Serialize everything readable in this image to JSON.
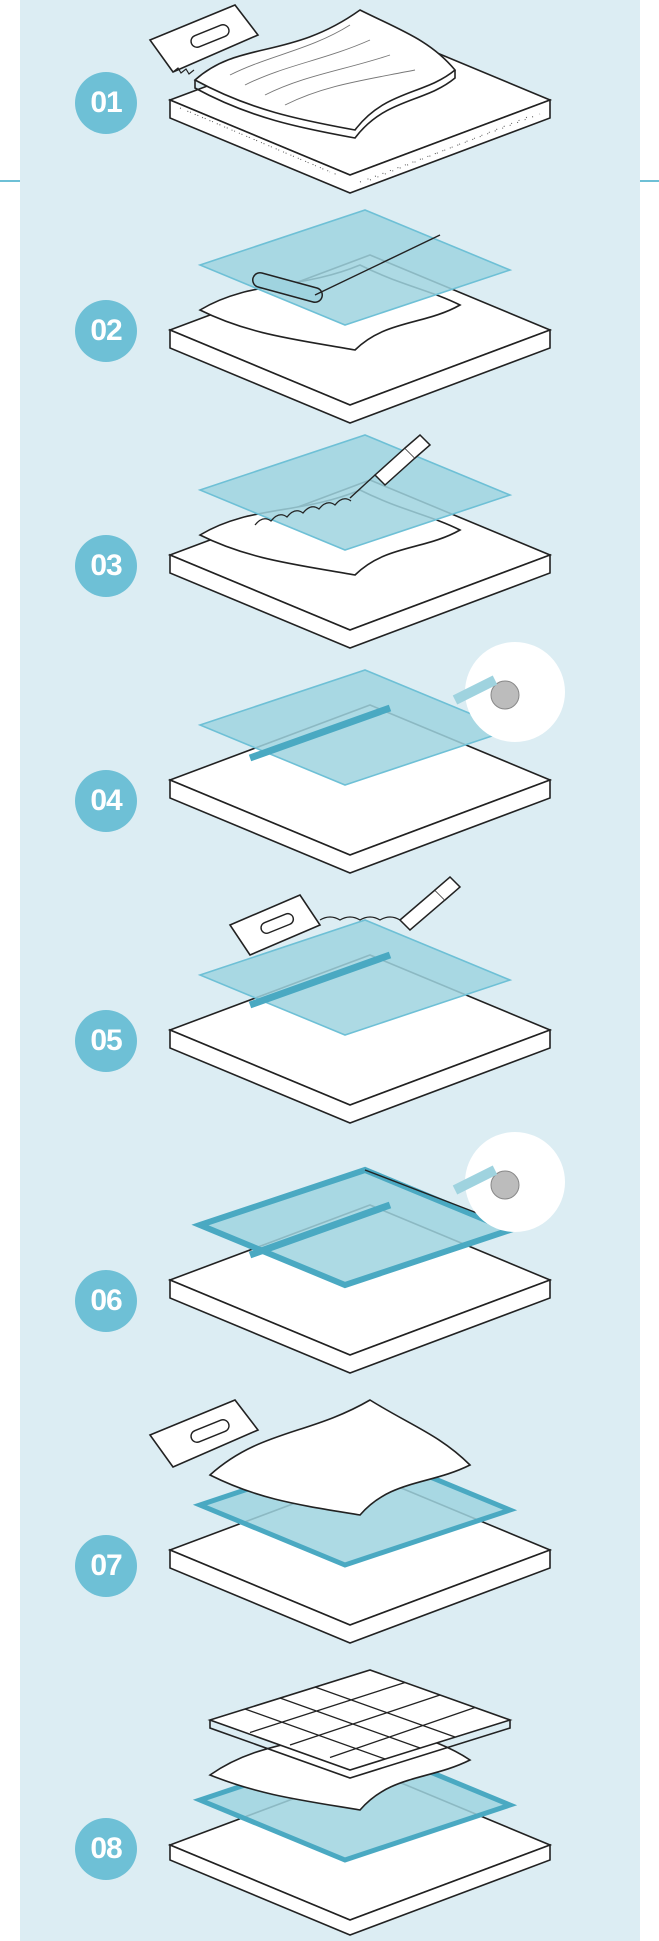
{
  "colors": {
    "background": "#dcedf3",
    "accent": "#6ec0d6",
    "mesh": "#9fd3df",
    "line": "#222222"
  },
  "steps": [
    {
      "number": "01",
      "icons": [
        "notched-trowel-icon",
        "adhesive-layer-icon",
        "substrate-slab-icon"
      ]
    },
    {
      "number": "02",
      "icons": [
        "mesh-membrane-icon",
        "roller-icon",
        "adhesive-layer-icon",
        "substrate-slab-icon"
      ]
    },
    {
      "number": "03",
      "icons": [
        "mesh-membrane-icon",
        "sealant-gun-icon",
        "adhesive-layer-icon",
        "substrate-slab-icon"
      ]
    },
    {
      "number": "04",
      "icons": [
        "mesh-membrane-icon",
        "seam-tape-icon",
        "tape-roll-icon",
        "substrate-slab-icon"
      ]
    },
    {
      "number": "05",
      "icons": [
        "mesh-membrane-icon",
        "notched-trowel-icon",
        "sealant-gun-icon",
        "substrate-slab-icon"
      ]
    },
    {
      "number": "06",
      "icons": [
        "mesh-membrane-icon",
        "edge-tape-icon",
        "tape-roll-icon",
        "substrate-slab-icon"
      ]
    },
    {
      "number": "07",
      "icons": [
        "notched-trowel-icon",
        "adhesive-layer-icon",
        "mesh-membrane-icon",
        "substrate-slab-icon"
      ]
    },
    {
      "number": "08",
      "icons": [
        "tile-grid-icon",
        "adhesive-layer-icon",
        "mesh-membrane-icon",
        "substrate-slab-icon"
      ]
    }
  ]
}
